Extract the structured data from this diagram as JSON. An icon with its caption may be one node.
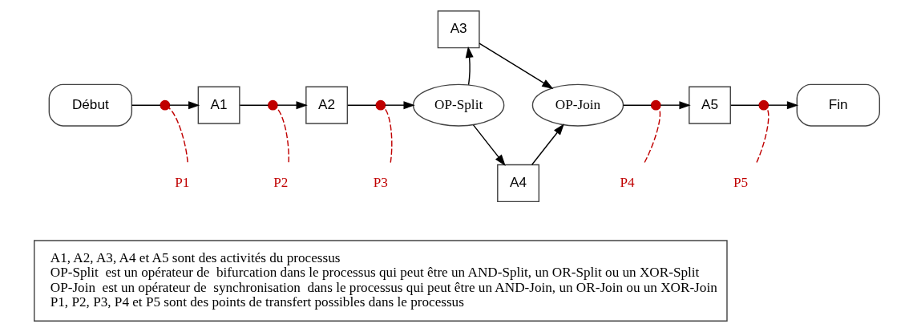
{
  "diagram": {
    "nodes": [
      {
        "text": [
          "Début"
        ]
      },
      {
        "text": [],
        "shape": "circle"
      },
      {
        "text": [
          "A1"
        ]
      },
      {
        "text": [],
        "shape": "circle"
      },
      {
        "text": [
          "A2"
        ]
      },
      {
        "text": [],
        "shape": "circle"
      },
      {
        "text": [
          "OP-Split"
        ]
      },
      {
        "text": [
          "A3"
        ]
      },
      {
        "text": [
          "A4"
        ]
      },
      {
        "text": [
          "OP-Join"
        ]
      },
      {
        "text": [],
        "shape": "circle"
      },
      {
        "text": [
          "A5"
        ]
      },
      {
        "text": [],
        "shape": "circle"
      },
      {
        "text": [
          "Fin"
        ]
      },
      {
        "text": [
          "P1"
        ]
      },
      {
        "text": [
          "P2"
        ]
      },
      {
        "text": [
          "P3"
        ]
      },
      {
        "text": [
          "P4"
        ]
      },
      {
        "text": [
          "P5"
        ]
      },
      {
        "text": [
          "A1, A2, A3, A4 et A5 sont des activités du processus",
          "OP-Split  est un opérateur de  bifurcation dans le processus qui peut être un AND-Split, un OR-Split ou un XOR-Split",
          "OP-Join  est un opérateur de  synchronisation  dans le processus qui peut être un AND-Join, un OR-Join ou un XOR-Join",
          "P1, P2, P3, P4 et P5 sont des points de transfert possibles dans le processus"
        ]
      }
    ],
    "edges": [
      {
        "from": 0,
        "to": 1,
        "arrow": "none"
      },
      {
        "from": 1,
        "to": 2,
        "arrow": "to"
      },
      {
        "from": 2,
        "to": 3,
        "arrow": "none"
      },
      {
        "from": 3,
        "to": 4,
        "arrow": "to"
      },
      {
        "from": 4,
        "to": 5,
        "arrow": "none"
      },
      {
        "from": 5,
        "to": 6,
        "arrow": "to"
      },
      {
        "from": 6,
        "to": 7,
        "arrow": "to"
      },
      {
        "from": 6,
        "to": 8,
        "arrow": "to"
      },
      {
        "from": 7,
        "to": 9,
        "arrow": "to"
      },
      {
        "from": 8,
        "to": 9,
        "arrow": "to"
      },
      {
        "from": 9,
        "to": 10,
        "arrow": "none"
      },
      {
        "from": 10,
        "to": 11,
        "arrow": "to"
      },
      {
        "from": 11,
        "to": 12,
        "arrow": "none"
      },
      {
        "from": 12,
        "to": 13,
        "arrow": "to"
      },
      {
        "from": 14,
        "to": 1,
        "arrow": "none",
        "style": "dashed",
        "color": "#c00000"
      },
      {
        "from": 15,
        "to": 3,
        "arrow": "none",
        "style": "dashed",
        "color": "#c00000"
      },
      {
        "from": 16,
        "to": 5,
        "arrow": "none",
        "style": "dashed",
        "color": "#c00000"
      },
      {
        "from": 17,
        "to": 10,
        "arrow": "none",
        "style": "dashed",
        "color": "#c00000"
      },
      {
        "from": 18,
        "to": 12,
        "arrow": "none",
        "style": "dashed",
        "color": "#c00000"
      }
    ]
  }
}
